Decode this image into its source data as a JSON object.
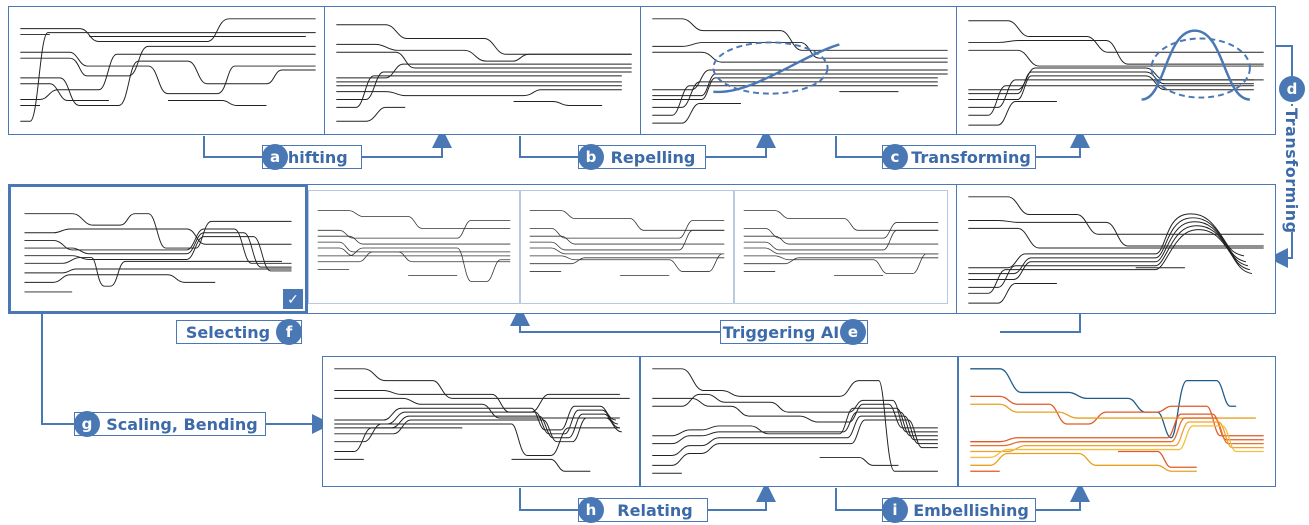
{
  "steps": {
    "a": {
      "letter": "a",
      "label": "Shifting"
    },
    "b": {
      "letter": "b",
      "label": "Repelling"
    },
    "c": {
      "letter": "c",
      "label": "Transforming"
    },
    "d": {
      "letter": "d",
      "label": "Transforming"
    },
    "e": {
      "letter": "e",
      "label": "Triggering AI"
    },
    "f": {
      "letter": "f",
      "label": "Selecting"
    },
    "g": {
      "letter": "g",
      "label": "Scaling, Bending"
    },
    "h": {
      "letter": "h",
      "label": "Relating"
    },
    "i": {
      "letter": "i",
      "label": "Embellishing"
    }
  },
  "colors": {
    "accent": "#4a78b5",
    "line": "#222222",
    "light_border": "#b8c9e0"
  }
}
